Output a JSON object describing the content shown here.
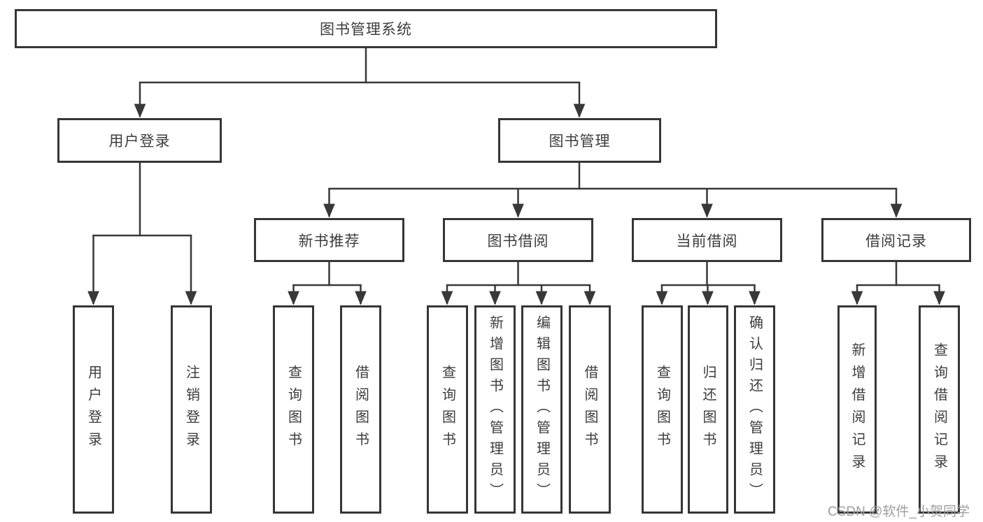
{
  "tree": {
    "root": {
      "label": "图书管理系统",
      "children": [
        {
          "label": "用户登录",
          "children": [
            {
              "label": "用户登录"
            },
            {
              "label": "注销登录"
            }
          ]
        },
        {
          "label": "图书管理",
          "children": [
            {
              "label": "新书推荐",
              "children": [
                {
                  "label": "查询图书"
                },
                {
                  "label": "借阅图书"
                }
              ]
            },
            {
              "label": "图书借阅",
              "children": [
                {
                  "label": "查询图书"
                },
                {
                  "label": "新增图书（管理员）"
                },
                {
                  "label": "编辑图书（管理员）"
                },
                {
                  "label": "借阅图书"
                }
              ]
            },
            {
              "label": "当前借阅",
              "children": [
                {
                  "label": "查询图书"
                },
                {
                  "label": "归还图书"
                },
                {
                  "label": "确认归还（管理员）"
                }
              ]
            },
            {
              "label": "借阅记录",
              "children": [
                {
                  "label": "新增借阅记录"
                },
                {
                  "label": "查询借阅记录"
                }
              ]
            }
          ]
        }
      ]
    }
  },
  "watermark": {
    "text": "CSDN @软件_小贺同学"
  },
  "colors": {
    "line": "#383838",
    "border": "#363636",
    "text": "#3d3d3d",
    "watermark": "#9e9e9e"
  }
}
